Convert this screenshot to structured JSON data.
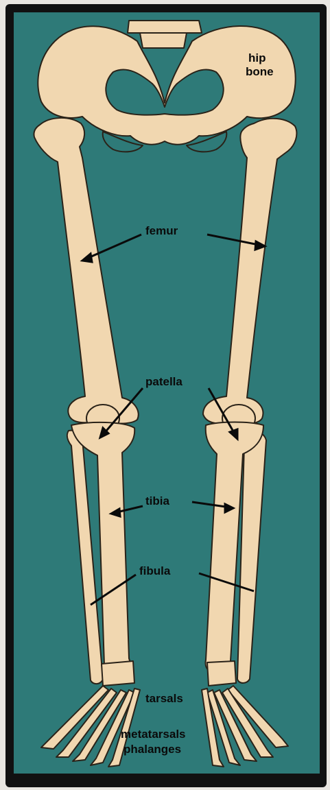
{
  "labels": {
    "hip": [
      "hip",
      "bone"
    ],
    "femur": "femur",
    "patella": "patella",
    "tibia": "tibia",
    "fibula": "fibula",
    "tarsals": "tarsals",
    "metatarsals": "metatarsals",
    "phalanges": "phalanges"
  },
  "colors": {
    "background": "#2e7a78",
    "bone": "#f1d7b0",
    "outline": "#2a2218",
    "frame": "#111111"
  }
}
